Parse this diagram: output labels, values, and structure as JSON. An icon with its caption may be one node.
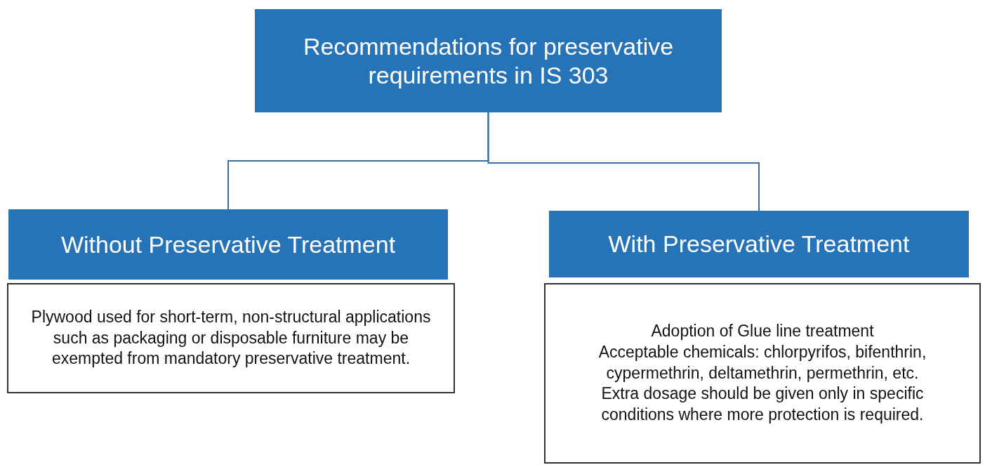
{
  "diagram": {
    "nodes": [
      {
        "text": [
          "Recommendations for preservative requirements in IS 303"
        ]
      },
      {
        "text": [
          "Without Preservative Treatment"
        ]
      },
      {
        "text": [
          "Plywood used for short-term, non-structural applications such as packaging or disposable furniture may be exempted from mandatory preservative treatment."
        ]
      },
      {
        "text": [
          "With Preservative Treatment"
        ]
      },
      {
        "text": [
          "Adoption of Glue line treatment",
          "Acceptable chemicals: chlorpyrifos, bifenthrin, cypermethrin, deltamethrin, permethrin, etc.",
          "Extra dosage should be given only in specific conditions where more protection is required."
        ]
      }
    ],
    "edges": [
      {
        "from": 0,
        "to": 1,
        "arrow": "none"
      },
      {
        "from": 0,
        "to": 3,
        "arrow": "none"
      }
    ]
  }
}
